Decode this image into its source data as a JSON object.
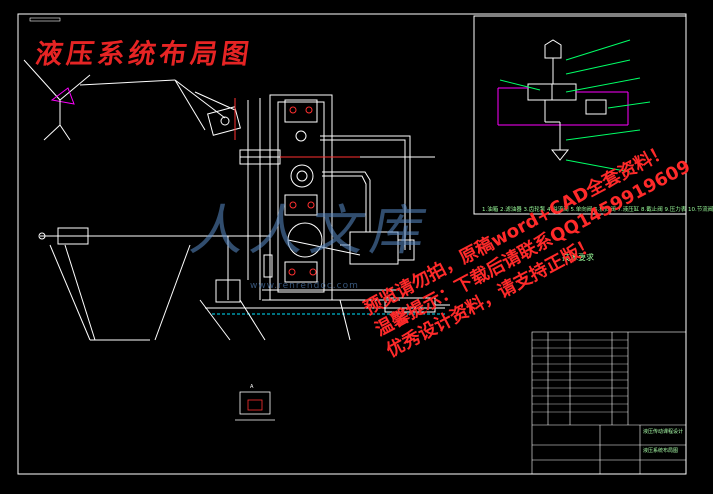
{
  "drawing": {
    "title": "液压系统布局图",
    "tech_requirements_title": "技术要求",
    "legend": "1.油箱 2.滤油器 3.齿轮泵 4.溢流阀 5.单向阀 6.换向阀 7.液压缸 8.截止阀 9.压力表 10.节流阀",
    "detail_label": "A",
    "title_block_company": "液压传动课程设计",
    "title_block_drawing": "液压系统布局图"
  },
  "watermark": {
    "lines": [
      "预览请勿拍，原稿word+CAD全套资料！",
      "温馨提示：下载后请联系QQ1459919609",
      "优秀设计资料，请支持正版！"
    ]
  },
  "site_watermark": {
    "text": "人人文库",
    "url": "www.renrendoc.com"
  },
  "colors": {
    "background": "#000000",
    "line": "#ffffff",
    "title": "#e62424",
    "watermark": "#ff2a2a",
    "green": "#00ff66",
    "magenta": "#ff00ff",
    "cyan": "#00e5ff",
    "red": "#ff3030"
  }
}
